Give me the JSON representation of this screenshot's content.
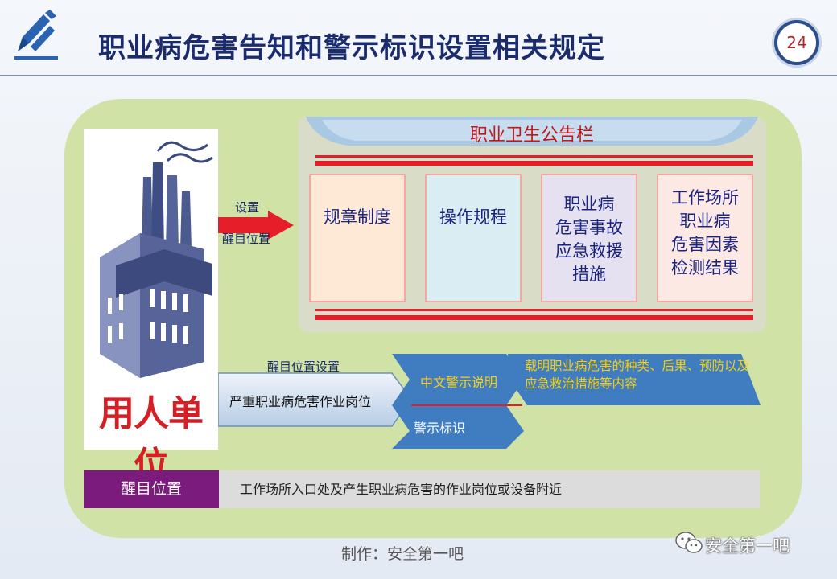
{
  "header": {
    "title": "职业病危害告知和警示标识设置相关规定",
    "page_number": "24"
  },
  "employer": {
    "label": "用人单位"
  },
  "arrow": {
    "top_label": "设置",
    "bottom_label": "醒目位置"
  },
  "bulletin_board": {
    "title": "职业卫生公告栏",
    "cards": [
      "规章制度",
      "操作规程",
      "职业病\n危害事故\n应急救援\n措施",
      "工作场所\n职业病\n危害因素\n检测结果"
    ]
  },
  "flow": {
    "position_label": "醒目位置设置",
    "post_label": "严重职业病危害作业岗位",
    "cn_warning": "中文警示说明",
    "warning_sign": "警示标识",
    "content_description": "载明职业病危害的种类、后果、预防以及应急救治措施等内容"
  },
  "bottom_row": {
    "key": "醒目位置",
    "value": "工作场所入口处及产生职业病危害的作业岗位或设备附近"
  },
  "footer": {
    "credit": "制作：安全第一吧",
    "watermark": "安全第一吧"
  },
  "icons": {
    "pencil": "pencil-icon",
    "wechat": "wechat-icon"
  },
  "colors": {
    "title": "#1b2c6e",
    "accent_red": "#e51e2a",
    "panel_green": "#d0e2a5",
    "flow_blue": "#3f7cc0",
    "key_purple": "#7b1b7e"
  }
}
